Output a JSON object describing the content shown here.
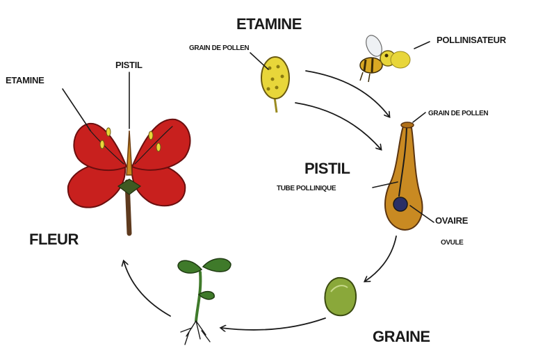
{
  "diagram": {
    "labels": {
      "etamine_top": "ETAMINE",
      "grain_pollen_top": "GRAIN DE POLLEN",
      "pollinisateur": "POLLINISATEUR",
      "etamine_flower": "ETAMINE",
      "pistil_flower": "PISTIL",
      "grain_pollen_pistil": "GRAIN DE POLLEN",
      "pistil_center": "PISTIL",
      "tube_pollinique": "TUBE POLLINIQUE",
      "ovaire": "OVAIRE",
      "ovule": "OVULE",
      "fleur": "FLEUR",
      "graine": "GRAINE"
    },
    "colors": {
      "petal": "#c8201e",
      "petal_dark": "#7a1010",
      "anther": "#e8d63a",
      "pistil_body": "#c98a22",
      "pistil_dark": "#7a4a10",
      "ovule": "#2a2f66",
      "seed": "#8aa83a",
      "leaf": "#3f7a2a",
      "stem": "#5e3a1e",
      "ink": "#1a1a1a"
    }
  }
}
